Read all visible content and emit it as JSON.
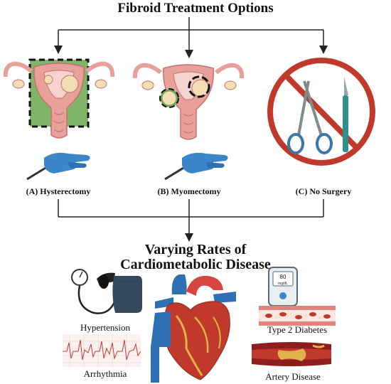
{
  "title": "Fibroid Treatment Options",
  "options": [
    {
      "label": "(A) Hysterectomy"
    },
    {
      "label": "(B) Myomectomy"
    },
    {
      "label": "(C) No Surgery"
    }
  ],
  "outcome": {
    "line1": "Varying Rates of",
    "line2": "Cardiometabolic Disease"
  },
  "diseases": {
    "hypertension": "Hypertension",
    "arrhythmia": "Arrhythmia",
    "diabetes": "Type 2 Diabetes",
    "artery": "Artery Disease"
  },
  "glucometer": {
    "value": "80",
    "unit": "mg/dL"
  },
  "colors": {
    "uterus": "#e8a09a",
    "uterus_dark": "#c76f6b",
    "fibroid": "#f2ddb4",
    "highlight_green": "#6aa84f",
    "glove_blue": "#3b86c8",
    "no_red": "#c0392b",
    "heart_red": "#c0392b",
    "vessel_blue": "#2f6fb3"
  }
}
